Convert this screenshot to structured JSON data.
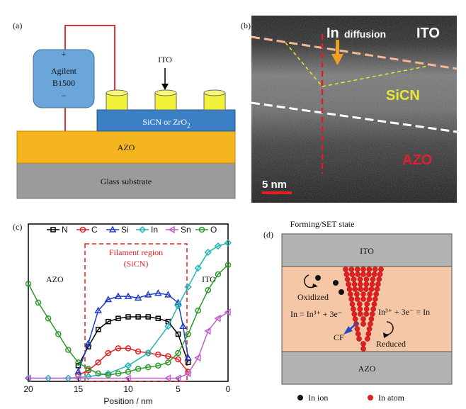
{
  "panel_labels": {
    "a": "(a)",
    "b": "(b)",
    "c": "(c)",
    "d": "(d)"
  },
  "panel_a": {
    "instrument_line1": "Agilent",
    "instrument_line2": "B1500",
    "plus": "+",
    "minus": "−",
    "ito_arrow_label": "ITO",
    "dielectric_label": "SiCN or ZrO",
    "dielectric_sub": "2",
    "azo_label": "AZO",
    "substrate_label": "Glass substrate",
    "colors": {
      "instrument": "#6aa6d9",
      "wire": "#e03030",
      "electrode": "#f2f23a",
      "dielectric": "#3b7fc4",
      "azo": "#f5b51e",
      "glass": "#9b9b9b"
    }
  },
  "panel_b": {
    "in_label": "In",
    "diffusion_label": "diffusion",
    "ito_label": "ITO",
    "sicn_label": "SiCN",
    "azo_label": "AZO",
    "scale_label": "5 nm"
  },
  "panel_c": {
    "legend_items": [
      {
        "name": "N",
        "color": "#000000",
        "marker": "square"
      },
      {
        "name": "C",
        "color": "#e02020",
        "marker": "circle"
      },
      {
        "name": "Si",
        "color": "#1f3fbf",
        "marker": "triangle"
      },
      {
        "name": "In",
        "color": "#20b5b5",
        "marker": "diamond"
      },
      {
        "name": "Sn",
        "color": "#c060c8",
        "marker": "tri-left"
      },
      {
        "name": "O",
        "color": "#2a9a2a",
        "marker": "circle"
      }
    ],
    "filament_line1": "Filament region",
    "filament_line2": "(SiCN)",
    "azo_label": "AZO",
    "ito_label": "ITO"
  },
  "chart_data": {
    "type": "scatter",
    "xlabel": "Position / nm",
    "xlim": [
      20,
      0
    ],
    "x_ticks": [
      "20",
      "15",
      "10",
      "5",
      "0"
    ],
    "ylim": [
      0,
      1
    ],
    "filament_region": [
      14.5,
      4.5
    ],
    "series": [
      {
        "name": "N",
        "x": [
          15,
          14,
          13,
          12,
          11,
          10,
          9,
          8,
          7,
          6,
          5,
          4
        ],
        "values": [
          0.1,
          0.22,
          0.33,
          0.38,
          0.4,
          0.41,
          0.41,
          0.41,
          0.4,
          0.38,
          0.3,
          0.12
        ]
      },
      {
        "name": "C",
        "x": [
          15,
          14,
          13,
          12,
          11,
          10,
          9,
          8,
          7,
          6,
          5,
          4
        ],
        "values": [
          0.04,
          0.07,
          0.12,
          0.18,
          0.21,
          0.21,
          0.19,
          0.18,
          0.17,
          0.16,
          0.14,
          0.06
        ]
      },
      {
        "name": "Si",
        "x": [
          15,
          14,
          13,
          12,
          11,
          10,
          9,
          8,
          7,
          6,
          5,
          4.5,
          4
        ],
        "values": [
          0.06,
          0.24,
          0.45,
          0.52,
          0.54,
          0.54,
          0.53,
          0.55,
          0.56,
          0.55,
          0.5,
          0.35,
          0.15
        ]
      },
      {
        "name": "In",
        "x": [
          20,
          18,
          16,
          14,
          12,
          10,
          8,
          6,
          5,
          4,
          3,
          2,
          1,
          0
        ],
        "values": [
          0.02,
          0.02,
          0.02,
          0.03,
          0.05,
          0.1,
          0.18,
          0.35,
          0.48,
          0.6,
          0.72,
          0.82,
          0.86,
          0.88
        ]
      },
      {
        "name": "Sn",
        "x": [
          20,
          15,
          10,
          6,
          5,
          4,
          3,
          2,
          1,
          0
        ],
        "values": [
          0.02,
          0.02,
          0.02,
          0.02,
          0.02,
          0.05,
          0.15,
          0.32,
          0.4,
          0.44
        ]
      },
      {
        "name": "O",
        "x": [
          20,
          19,
          18,
          17,
          16,
          15,
          14,
          13,
          12,
          11,
          10,
          9,
          8,
          7,
          6,
          5,
          4,
          3,
          2,
          1,
          0
        ],
        "values": [
          0.62,
          0.5,
          0.4,
          0.3,
          0.2,
          0.12,
          0.08,
          0.05,
          0.04,
          0.05,
          0.06,
          0.08,
          0.09,
          0.1,
          0.12,
          0.18,
          0.3,
          0.45,
          0.58,
          0.68,
          0.74
        ]
      }
    ]
  },
  "panel_d": {
    "title": "Forming/SET state",
    "ito_label": "ITO",
    "azo_label": "AZO",
    "oxidized": "Oxidized",
    "reaction_left": "In = In³⁺ + 3e⁻",
    "reaction_right": "In³⁺ + 3e⁻ = In",
    "cf": "CF",
    "reduced": "Reduced",
    "legend_ion": "In ion",
    "legend_atom": "In atom",
    "colors": {
      "electrode": "#b2b2b2",
      "middle": "#f5c7a6",
      "atom": "#e02020",
      "ion": "#111111"
    }
  }
}
